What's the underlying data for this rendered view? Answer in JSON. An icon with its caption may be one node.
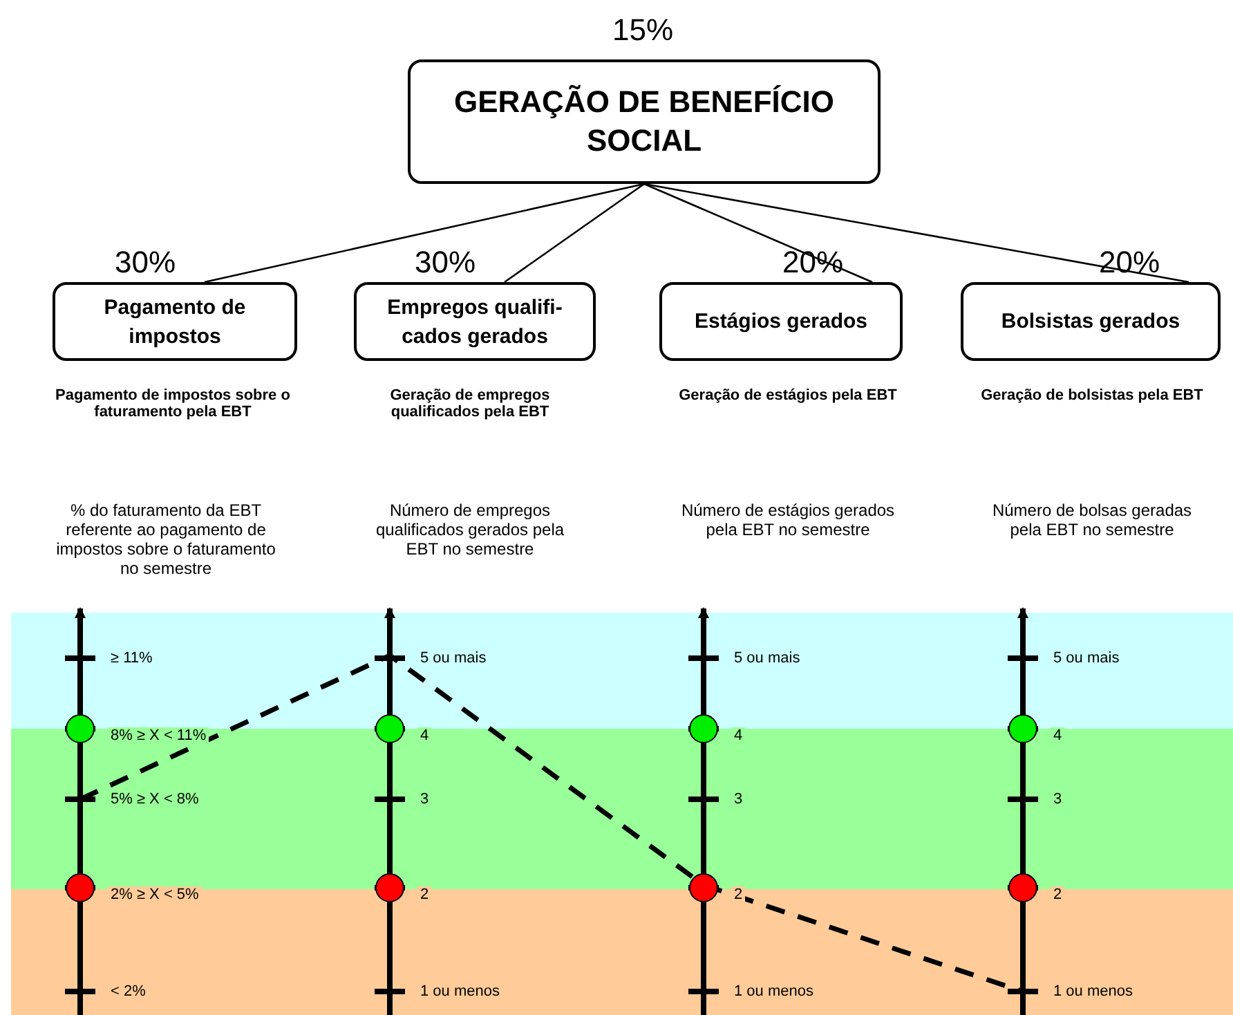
{
  "diagram": {
    "nodes": [
      {
        "text": [
          "GERAÇÃO DE BENEFÍCIO SOCIAL"
        ],
        "beside": [
          "15%"
        ]
      },
      {
        "text": [
          "Pagamento de impostos"
        ],
        "beside": [
          "30%"
        ]
      },
      {
        "text": [
          "Empregos qualifi- cados gerados"
        ],
        "beside": [
          "30%"
        ]
      },
      {
        "text": [
          "Estágios gerados"
        ],
        "beside": [
          "20%"
        ]
      },
      {
        "text": [
          "Bolsistas gerados"
        ],
        "beside": [
          "20%"
        ]
      }
    ],
    "edges": [
      {
        "from": 0,
        "to": 1,
        "arrow": "none"
      },
      {
        "from": 0,
        "to": 2,
        "arrow": "none"
      },
      {
        "from": 0,
        "to": 3,
        "arrow": "none"
      },
      {
        "from": 0,
        "to": 4,
        "arrow": "none"
      }
    ],
    "labels": [
      "Pagamento de impostos sobre o faturamento pela EBT",
      "Geração de empregos qualificados pela EBT",
      "Geração de estágios pela EBT",
      "Geração de bolsistas pela EBT",
      "% do faturamento da EBT referente ao pagamento de impostos sobre o faturamento no semestre",
      "Número de empregos qualificados gerados pela EBT no semestre",
      "Número de estágios gerados pela EBT no semestre",
      "Número de bolsas geradas pela EBT no semestre",
      "≥ 11%",
      "5 ou mais",
      "5 ou mais",
      "5 ou mais",
      "8% ≥ X < 11%",
      "4",
      "4",
      "4",
      "5% ≥ X < 8%",
      "3",
      "3",
      "3",
      "2% ≥ X < 5%",
      "2",
      "2",
      "2",
      "< 2%",
      "1 ou menos",
      "1 ou menos",
      "1 ou menos"
    ]
  }
}
